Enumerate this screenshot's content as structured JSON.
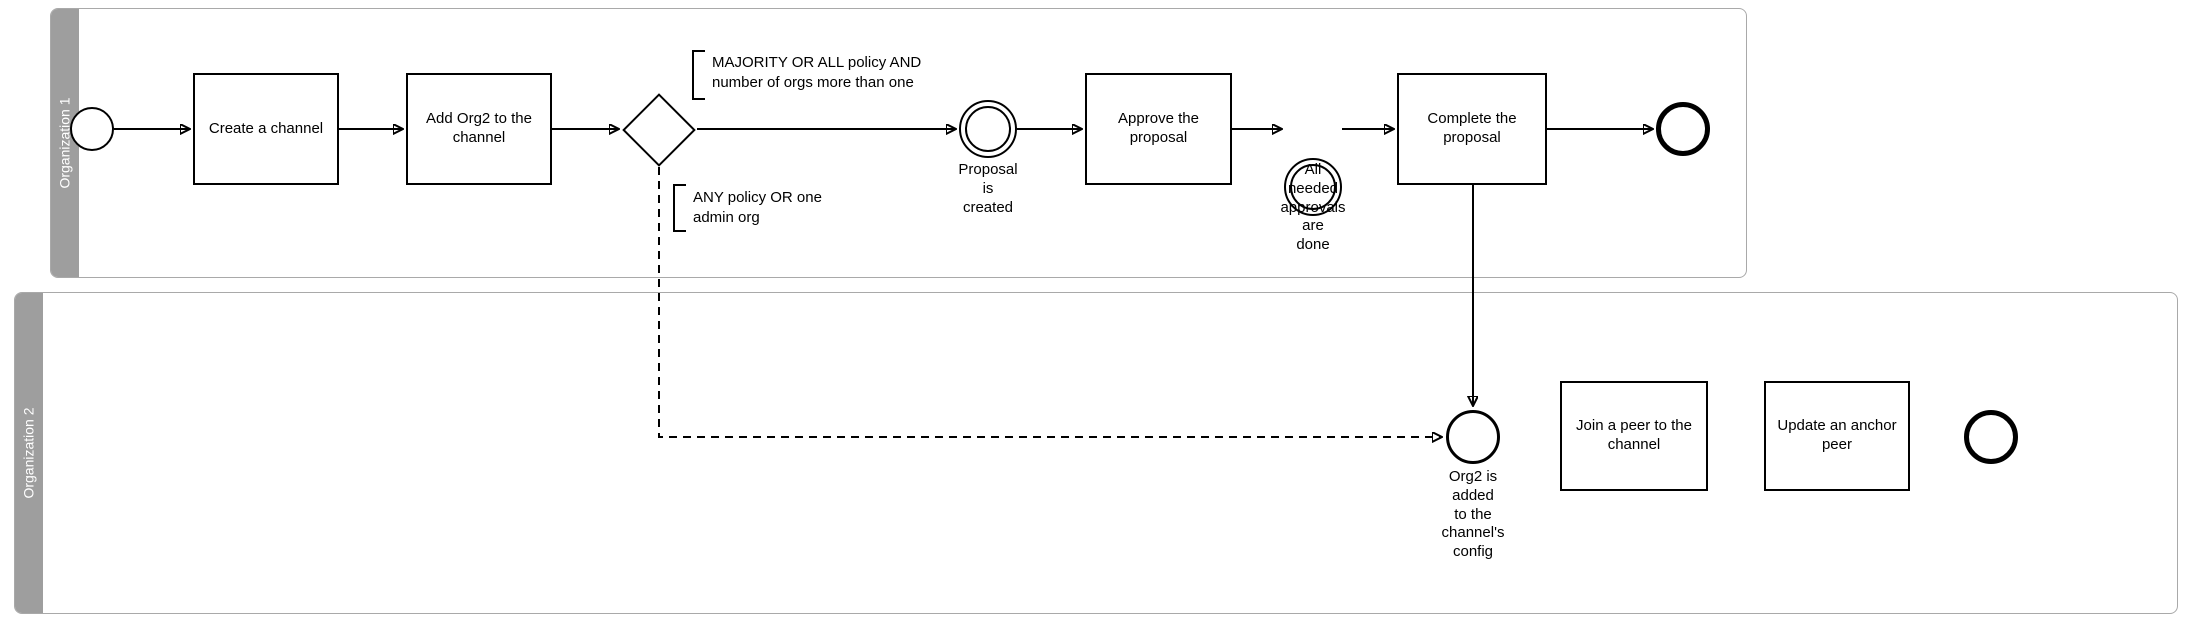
{
  "diagram": {
    "colors": {
      "lane_strip": "#9e9e9e",
      "stroke": "#000000",
      "background": "#ffffff"
    },
    "lanes": [
      {
        "label": "Organization 1"
      },
      {
        "label": "Organization 2"
      }
    ],
    "tasks": {
      "create_channel": "Create a channel",
      "add_org2": "Add Org2 to the\nchannel",
      "approve": "Approve the\nproposal",
      "complete": "Complete the\nproposal",
      "join_peer": "Join a peer to the\nchannel",
      "update_anchor": "Update an anchor\npeer"
    },
    "events": {
      "proposal_created": "Proposal\nis\ncreated",
      "approvals_done": "All\nneeded\napprovals\nare\ndone",
      "org2_added": "Org2 is\nadded\nto the\nchannel's\nconfig"
    },
    "annotations": {
      "majority_policy": "MAJORITY OR ALL policy AND\nnumber of orgs more than one",
      "any_policy": "ANY policy OR one\nadmin org"
    }
  }
}
